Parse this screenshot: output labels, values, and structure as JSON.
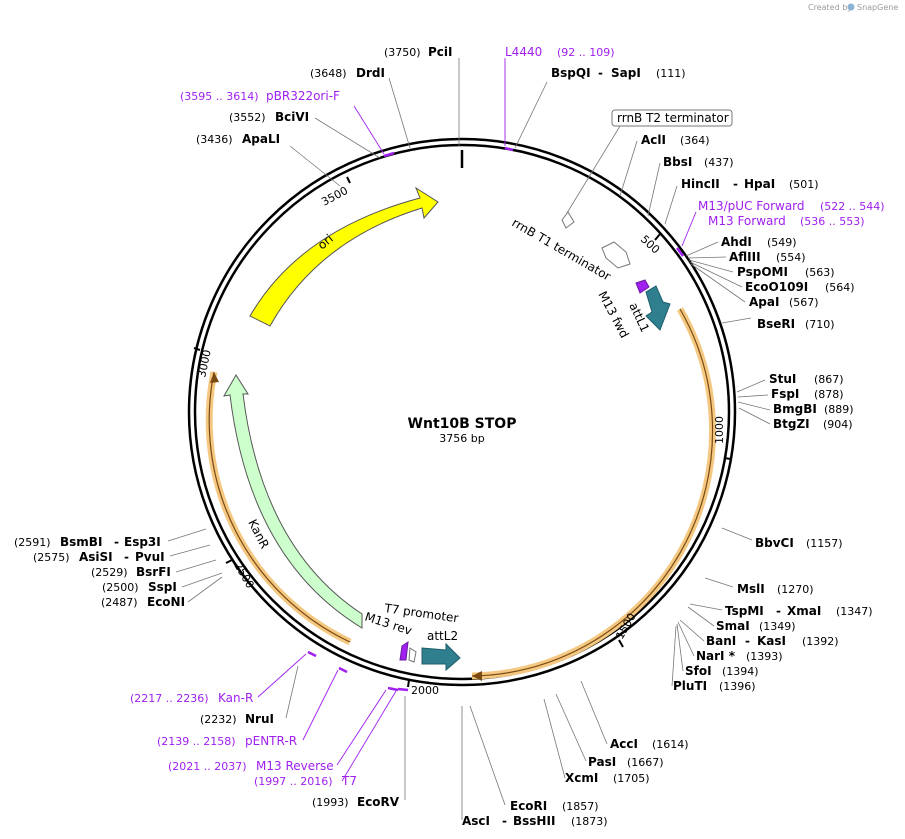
{
  "branding": {
    "created_by": "Created by",
    "app": "SnapGene"
  },
  "plasmid": {
    "name": "Wnt10B STOP",
    "size_label": "3756 bp",
    "length": 3756
  },
  "ticks": [
    "500",
    "1000",
    "1500",
    "2000",
    "2500",
    "3000",
    "3500"
  ],
  "enzymes": [
    {
      "name": "PciI",
      "pos": "(3750)"
    },
    {
      "name": "DrdI",
      "pos": "(3648)"
    },
    {
      "name": "BciVI",
      "pos": "(3552)"
    },
    {
      "name": "ApaLI",
      "pos": "(3436)"
    },
    {
      "name": "BspQI",
      "name2": "SapI",
      "pos": "(111)"
    },
    {
      "name": "AclI",
      "pos": "(364)"
    },
    {
      "name": "BbsI",
      "pos": "(437)"
    },
    {
      "name": "HincII",
      "name2": "HpaI",
      "pos": "(501)"
    },
    {
      "name": "AhdI",
      "pos": "(549)"
    },
    {
      "name": "AflIII",
      "pos": "(554)"
    },
    {
      "name": "PspOMI",
      "pos": "(563)"
    },
    {
      "name": "EcoO109I",
      "pos": "(564)"
    },
    {
      "name": "ApaI",
      "pos": "(567)"
    },
    {
      "name": "BseRI",
      "pos": "(710)"
    },
    {
      "name": "StuI",
      "pos": "(867)"
    },
    {
      "name": "FspI",
      "pos": "(878)"
    },
    {
      "name": "BmgBI",
      "pos": "(889)"
    },
    {
      "name": "BtgZI",
      "pos": "(904)"
    },
    {
      "name": "BbvCI",
      "pos": "(1157)"
    },
    {
      "name": "MslI",
      "pos": "(1270)"
    },
    {
      "name": "TspMI",
      "name2": "XmaI",
      "pos": "(1347)"
    },
    {
      "name": "SmaI",
      "pos": "(1349)"
    },
    {
      "name": "BanI",
      "name2": "KasI",
      "pos": "(1392)"
    },
    {
      "name": "NarI *",
      "pos": "(1393)"
    },
    {
      "name": "SfoI",
      "pos": "(1394)"
    },
    {
      "name": "PluTI",
      "pos": "(1396)"
    },
    {
      "name": "AccI",
      "pos": "(1614)"
    },
    {
      "name": "PasI",
      "pos": "(1667)"
    },
    {
      "name": "XcmI",
      "pos": "(1705)"
    },
    {
      "name": "EcoRI",
      "pos": "(1857)"
    },
    {
      "name": "AscI",
      "name2": "BssHII",
      "pos": "(1873)"
    },
    {
      "name": "EcoRV",
      "pos": "(1993)"
    },
    {
      "name": "NruI",
      "pos": "(2232)"
    },
    {
      "name": "BsmBI",
      "name2": "Esp3I",
      "pos": "(2591)"
    },
    {
      "name": "AsiSI",
      "name2": "PvuI",
      "pos": "(2575)"
    },
    {
      "name": "BsrFI",
      "pos": "(2529)"
    },
    {
      "name": "SspI",
      "pos": "(2500)"
    },
    {
      "name": "EcoNI",
      "pos": "(2487)"
    }
  ],
  "primers": [
    {
      "name": "L4440",
      "range": "(92 .. 109)"
    },
    {
      "name": "M13/pUC Forward",
      "range": "(522 .. 544)"
    },
    {
      "name": "M13 Forward",
      "range": "(536 .. 553)"
    },
    {
      "name": "pBR322ori-F",
      "range": "(3595 .. 3614)"
    },
    {
      "name": "Kan-R",
      "range": "(2217 .. 2236)"
    },
    {
      "name": "pENTR-R",
      "range": "(2139 .. 2158)"
    },
    {
      "name": "M13 Reverse",
      "range": "(2021 .. 2037)"
    },
    {
      "name": "T7",
      "range": "(1997 .. 2016)"
    }
  ],
  "features": [
    {
      "name": "ori",
      "color": "#ffff00"
    },
    {
      "name": "KanR",
      "color": "#ccffcc"
    },
    {
      "name": "attL1",
      "color": "#2f7f8f"
    },
    {
      "name": "attL2",
      "color": "#2f7f8f"
    },
    {
      "name": "M13 fwd",
      "color": "#a020f0"
    },
    {
      "name": "M13 rev",
      "color": "#a020f0"
    },
    {
      "name": "rrnB T1 terminator",
      "color": "#ffffff"
    },
    {
      "name": "rrnB T2 terminator",
      "color": "#ffffff"
    },
    {
      "name": "T7 promoter",
      "color": "#ffffff"
    }
  ],
  "colors": {
    "orf": "#f5c882",
    "primer": "#a020f0",
    "ori": "#ffff00",
    "kanr": "#ccffcc",
    "att": "#2f7f8f"
  }
}
